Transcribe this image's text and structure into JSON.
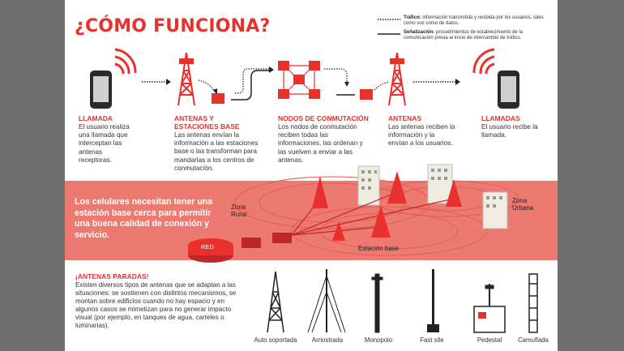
{
  "title": "¿CÓMO FUNCIONA?",
  "legend": [
    {
      "term": "Tráfico:",
      "text": "información transmitida y recibida por los usuarios, tales como voz como de datos.",
      "style": "dotted"
    },
    {
      "term": "Señalización:",
      "text": "procedimientos de establecimiento de la comunicación previa al inicio de intercambio de tráfico.",
      "style": "solid"
    }
  ],
  "stages": [
    {
      "label": "LLAMADA",
      "text": "El usuario realiza una llamada que interceptan las antenas receptoras."
    },
    {
      "label": "ANTENAS Y ESTACIONES BASE",
      "text": "Las antenas envían la información a las estaciones base o las transforman para mandarlas a los centros de conmutación."
    },
    {
      "label": "NODOS DE CONMUTACIÓN",
      "text": "Los nodos de conmutación reciben todas las informaciones, las ordenan y las vuelven a enviar a las antenas."
    },
    {
      "label": "ANTENAS",
      "text": "Las antenas reciben la información y la envían a los usuarios."
    },
    {
      "label": "LLAMADAS",
      "text": "El usuario recibe la llamada."
    }
  ],
  "band": {
    "text": "Los celulares necesitan tener una estación base cerca para permitir una buena calidad de conexión y servicio.",
    "zona_rural": "Zona Rural",
    "zona_urbana": "Zona Urbana",
    "estacion_base": "Estación base",
    "red": "RED"
  },
  "antenas_paradas": {
    "title": "¡ANTENAS PARADAS!",
    "text": "Existen diversos tipos de antenas que se adaptan a las situaciones: se sostienen con distintos mecanismos, se montan sobre edificios cuando no hay espacio y en algunos casos se mimetizan para no generar impacto visual (por ejemplo, en tanques de agua, carteles o luminarias)."
  },
  "tower_types": [
    "Auto soportada",
    "Arriostrada",
    "Monopolo",
    "Fast site",
    "Pedestal",
    "Camuflada"
  ],
  "colors": {
    "accent": "#e8312c",
    "band": "#ec7a70",
    "dark": "#2a2a2a"
  }
}
